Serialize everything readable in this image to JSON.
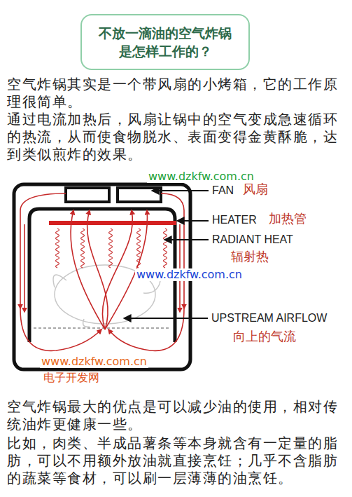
{
  "diagram": {
    "nodes": [
      {
        "text": [
          "不放一滴油的空气炸锅 是怎样工作的？"
        ]
      }
    ],
    "labels": [
      "空气炸锅其实是一个带风扇的小烤箱，它的工作原理很简单。",
      "通过电流加热后，风扇让锅中的空气变成急速循环的热流，从而使食物脱水、表面变得金黄酥脆，达到类似煎炸的效果。",
      "www.dzkfw.com.cn",
      "FAN",
      "风扇",
      "HEATER",
      "加热管",
      "RADIANT HEAT",
      "辐射热",
      "www.dzkfw.com.cn",
      "UPSTREAM AIRFLOW",
      "向上的气流",
      "www.dzkfw.com.cn",
      "电子开发网",
      "空气炸锅最大的优点是可以减少油的使用，相对传统油炸更健康一些。",
      "比如，肉类、半成品薯条等本身就含有一定量的脂肪，可以不用额外放油就直接烹饪；几乎不含脂肪的蔬菜等食材，可以刷一层薄薄的油烹饪。"
    ]
  }
}
